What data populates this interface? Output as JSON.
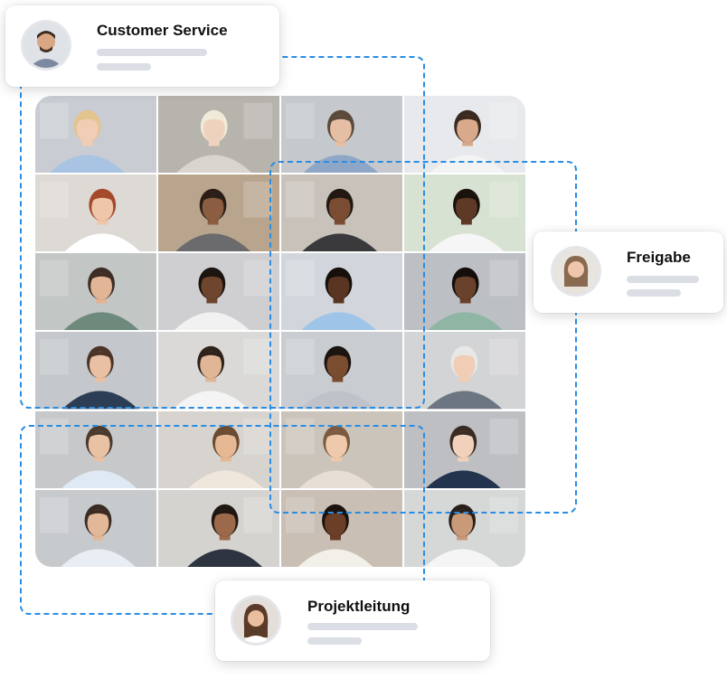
{
  "cards": {
    "customer_service": {
      "title": "Customer Service",
      "avatar_icon": "person-avatar-icon"
    },
    "freigabe": {
      "title": "Freigabe",
      "avatar_icon": "person-avatar-icon"
    },
    "projektleitung": {
      "title": "Projektleitung",
      "avatar_icon": "person-avatar-icon"
    }
  },
  "colors": {
    "dashed_line": "#2a8de4",
    "placeholder_bar": "#dcdee6",
    "card_background": "#ffffff"
  },
  "grid": {
    "columns": 4,
    "rows": 6,
    "tiles": [
      {
        "bg": "#c9ccd2",
        "skin": "#f0cdb4",
        "hair": "#e2c48e",
        "shirt": "#a8c4e2"
      },
      {
        "bg": "#b7b3ad",
        "skin": "#efd2bd",
        "hair": "#f0ead8",
        "shirt": "#d9d4ce"
      },
      {
        "bg": "#c5c8cc",
        "skin": "#e6bea3",
        "hair": "#5b4a3c",
        "shirt": "#8fa7c7"
      },
      {
        "bg": "#e7e9ec",
        "skin": "#d8a98a",
        "hair": "#3b2a21",
        "shirt": "#f3f3f3"
      },
      {
        "bg": "#ddd9d4",
        "skin": "#efc6a9",
        "hair": "#a5492c",
        "shirt": "#ffffff"
      },
      {
        "bg": "#b9a58e",
        "skin": "#8b5d41",
        "hair": "#2a1e17",
        "shirt": "#6b6a6c"
      },
      {
        "bg": "#c8c2bb",
        "skin": "#7a4d33",
        "hair": "#221812",
        "shirt": "#3a3a3c"
      },
      {
        "bg": "#d8e2d3",
        "skin": "#5e3a26",
        "hair": "#1a120d",
        "shirt": "#f6f6f6"
      },
      {
        "bg": "#c2c6c5",
        "skin": "#e2b596",
        "hair": "#3e2d24",
        "shirt": "#6d8a7c"
      },
      {
        "bg": "#cfcfd1",
        "skin": "#6e452d",
        "hair": "#1c1410",
        "shirt": "#f1f1f1"
      },
      {
        "bg": "#d2d6dc",
        "skin": "#5a3622",
        "hair": "#16100c",
        "shirt": "#9ec4e8"
      },
      {
        "bg": "#bcbfc3",
        "skin": "#6a412b",
        "hair": "#130e0b",
        "shirt": "#8fb5a4"
      },
      {
        "bg": "#c4c7cb",
        "skin": "#e9c0a3",
        "hair": "#4b3428",
        "shirt": "#2c3e56"
      },
      {
        "bg": "#dad9d7",
        "skin": "#e0b696",
        "hair": "#2e221b",
        "shirt": "#f4f4f4"
      },
      {
        "bg": "#c9cdd1",
        "skin": "#7a4c30",
        "hair": "#1b1410",
        "shirt": "#bfc3c9"
      },
      {
        "bg": "#d3d4d6",
        "skin": "#f0cdb4",
        "hair": "#e8e8e8",
        "shirt": "#6c7682"
      },
      {
        "bg": "#c6c8ca",
        "skin": "#e9c2a4",
        "hair": "#4a3a2e",
        "shirt": "#dfe9f4"
      },
      {
        "bg": "#d7d4cf",
        "skin": "#e6b894",
        "hair": "#6b4b31",
        "shirt": "#efe6dc"
      },
      {
        "bg": "#cbc4bb",
        "skin": "#efc9ab",
        "hair": "#7b5a3f",
        "shirt": "#e7dfd6"
      },
      {
        "bg": "#bdbfc2",
        "skin": "#f1d1bb",
        "hair": "#3a2b22",
        "shirt": "#23344e"
      },
      {
        "bg": "#c7cacd",
        "skin": "#e3b899",
        "hair": "#3a2c22",
        "shirt": "#e9eef4"
      },
      {
        "bg": "#d5d3d0",
        "skin": "#9c6a4b",
        "hair": "#1f1712",
        "shirt": "#2d3440"
      },
      {
        "bg": "#c9bfb4",
        "skin": "#6b3f27",
        "hair": "#1a120d",
        "shirt": "#f3efe9"
      },
      {
        "bg": "#d6d8d8",
        "skin": "#c99a79",
        "hair": "#2a1f18",
        "shirt": "#f5f5f5"
      }
    ]
  }
}
